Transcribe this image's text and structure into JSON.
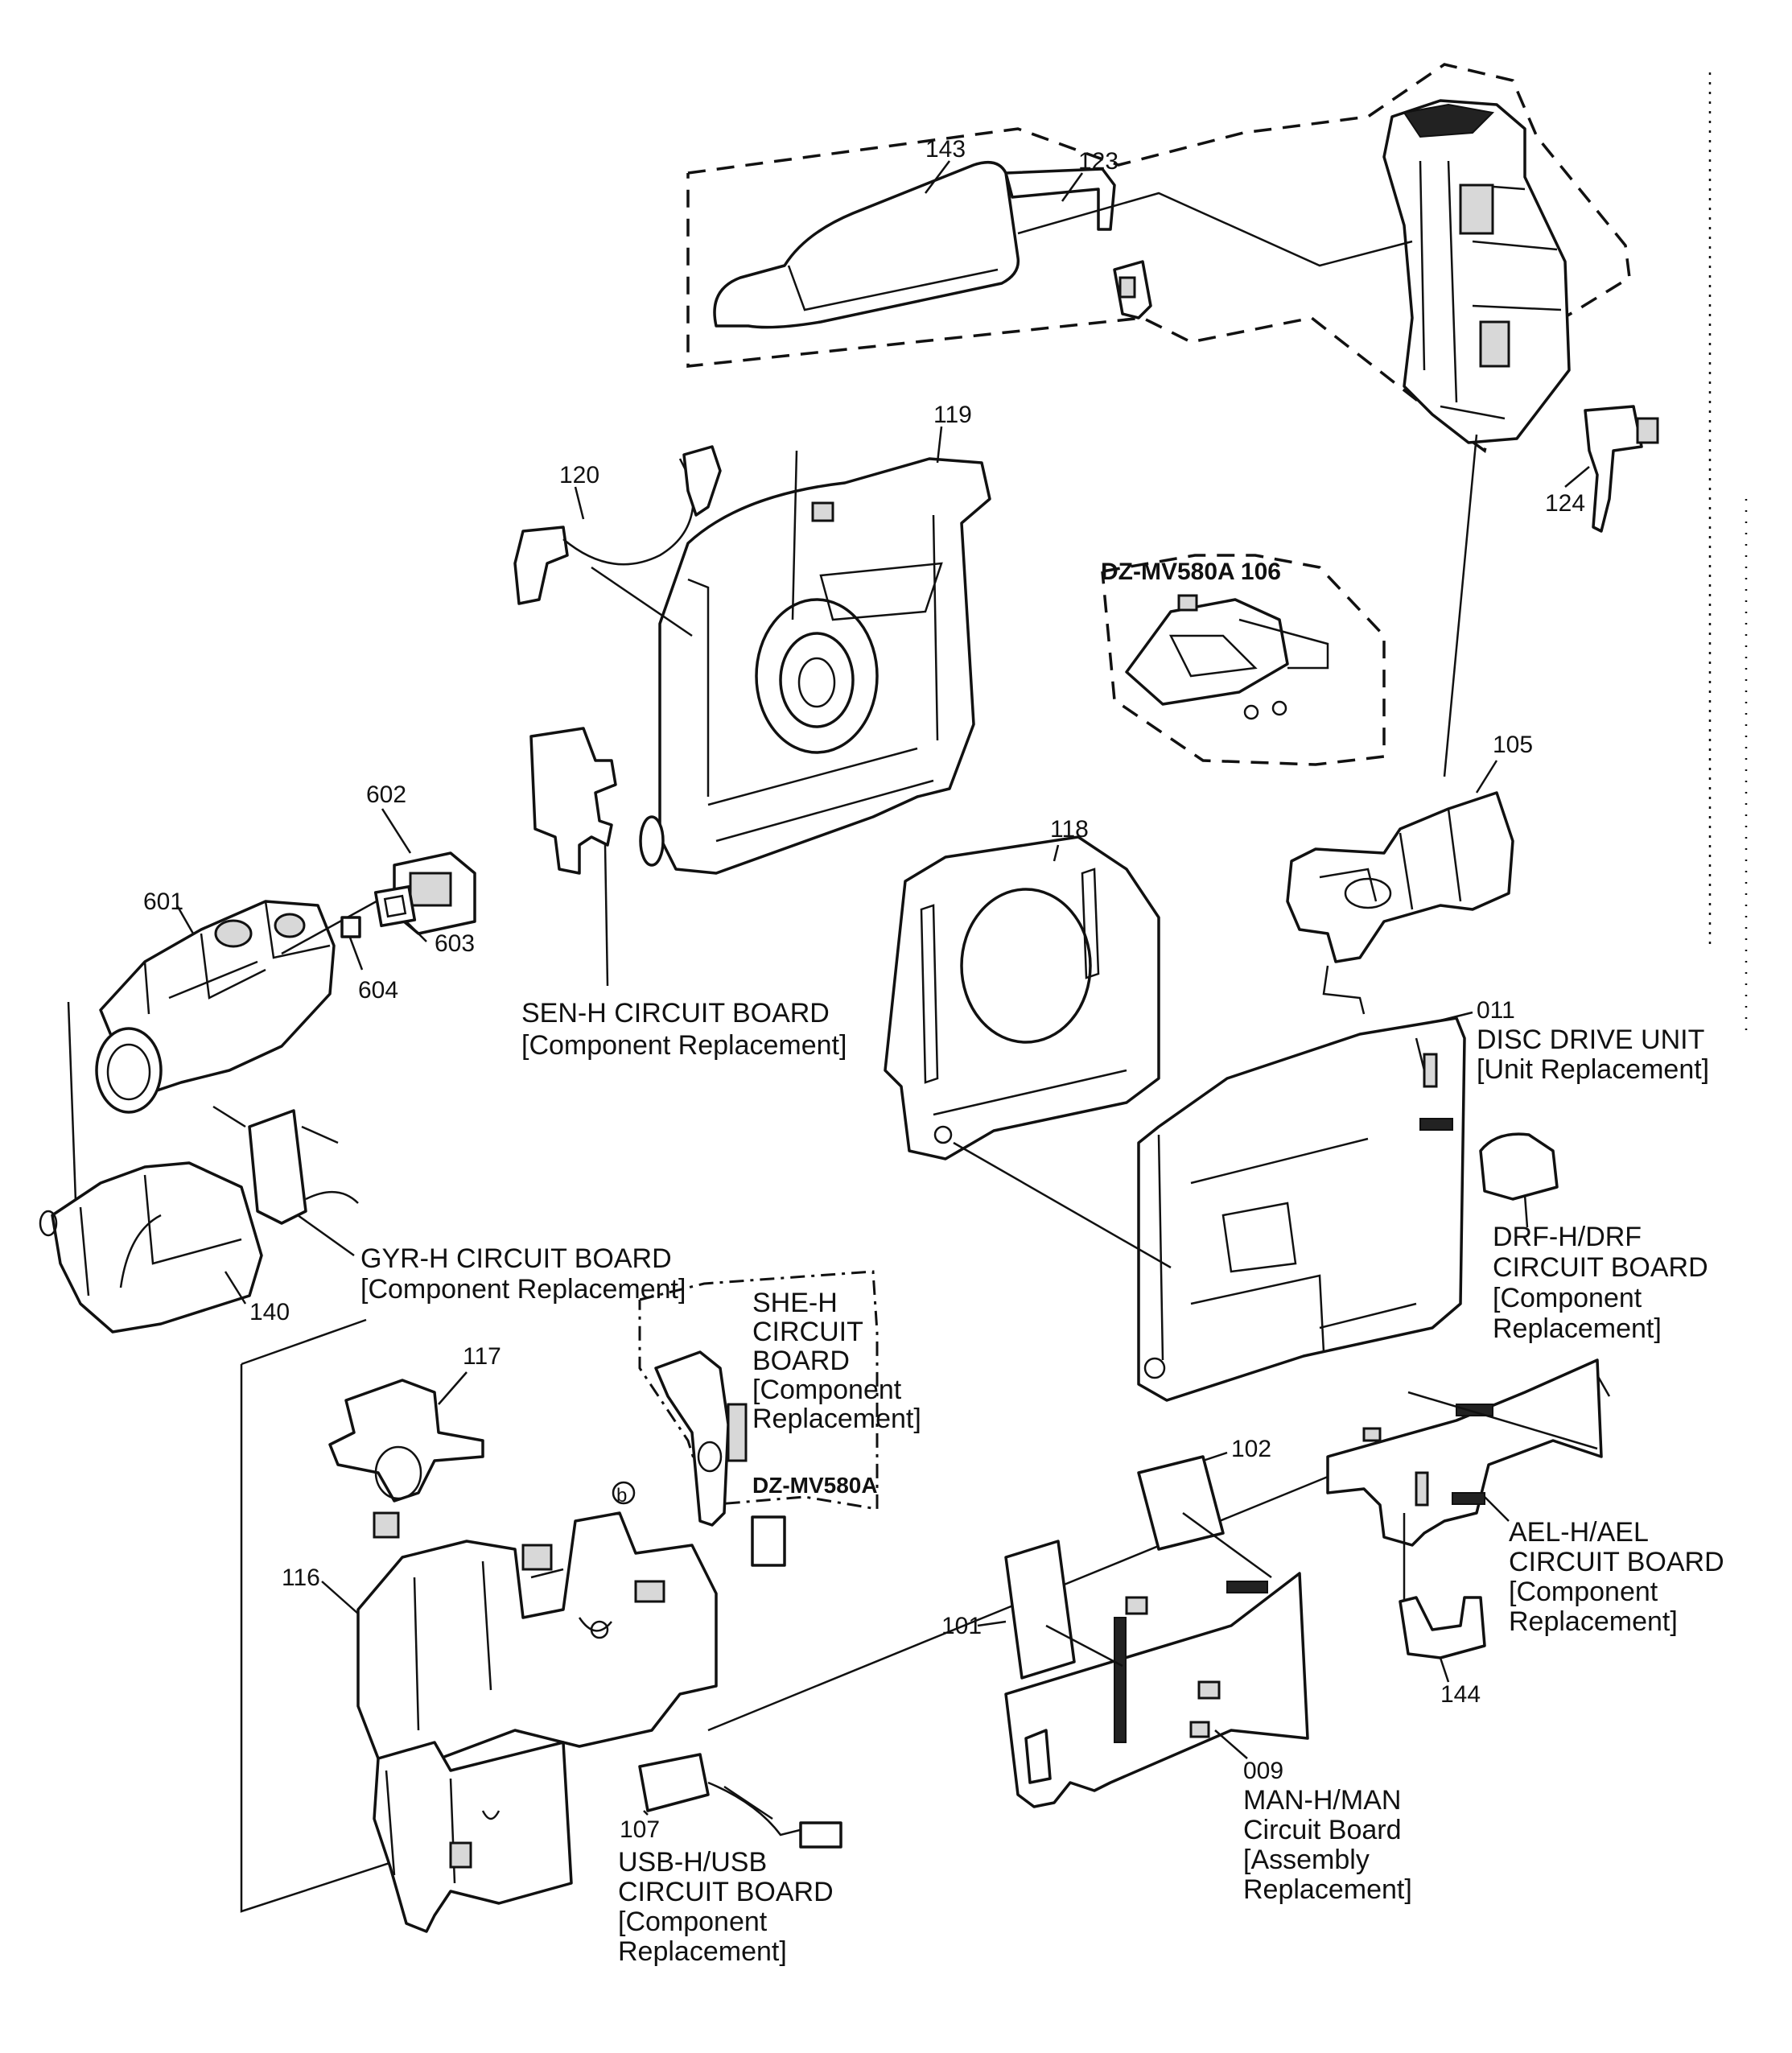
{
  "callouts": {
    "p143": "143",
    "p123": "123",
    "p119": "119",
    "p120": "120",
    "p124": "124",
    "p106": "DZ-MV580A 106",
    "p105": "105",
    "p118": "118",
    "p602": "602",
    "p601": "601",
    "p603": "603",
    "p604": "604",
    "p011": "011",
    "p140": "140",
    "p117": "117",
    "p116": "116",
    "p102": "102",
    "p101": "101",
    "p144": "144",
    "p107": "107",
    "p009": "009",
    "pb": "b",
    "dz580a": "DZ-MV580A"
  },
  "labels": {
    "sen_h": [
      "SEN-H CIRCUIT BOARD",
      "[Component Replacement]"
    ],
    "disc_drive": [
      "DISC DRIVE UNIT",
      "[Unit Replacement]"
    ],
    "gyr_h": [
      "GYR-H CIRCUIT BOARD",
      "[Component Replacement]"
    ],
    "drf_h": [
      "DRF-H/DRF",
      "CIRCUIT BOARD",
      "[Component",
      "Replacement]"
    ],
    "she_h": [
      "SHE-H",
      "CIRCUIT",
      "BOARD",
      "[Component",
      "Replacement]"
    ],
    "ael_h": [
      "AEL-H/AEL",
      "CIRCUIT BOARD",
      "[Component",
      "Replacement]"
    ],
    "man_h": [
      "MAN-H/MAN",
      "Circuit Board",
      "[Assembly",
      "Replacement]"
    ],
    "usb_h": [
      "USB-H/USB",
      "CIRCUIT BOARD",
      "[Component",
      "Replacement]"
    ]
  }
}
